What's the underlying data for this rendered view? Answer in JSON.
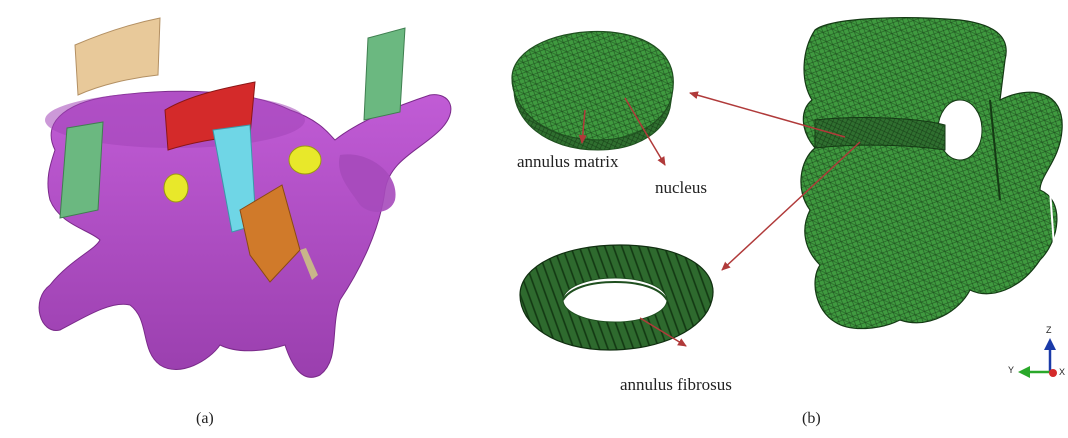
{
  "labels": {
    "annulus_matrix": "annulus matrix",
    "nucleus": "nucleus",
    "annulus_fibrosus": "annulus fibrosus"
  },
  "panels": {
    "a": "(a)",
    "b": "(b)"
  },
  "axis_triad": {
    "z": "Z",
    "y": "Y",
    "x": "X"
  },
  "colors": {
    "vertebra": "#b04fc4",
    "ligament_green": "#6bb880",
    "ligament_tan": "#e8c99a",
    "ligament_red": "#d42a2a",
    "ligament_cyan": "#6fd6e6",
    "ligament_orange": "#d07a2a",
    "facet_yellow": "#e8e82a",
    "mesh_green": "#2f7f2f",
    "arrow": "#b03a3a"
  }
}
